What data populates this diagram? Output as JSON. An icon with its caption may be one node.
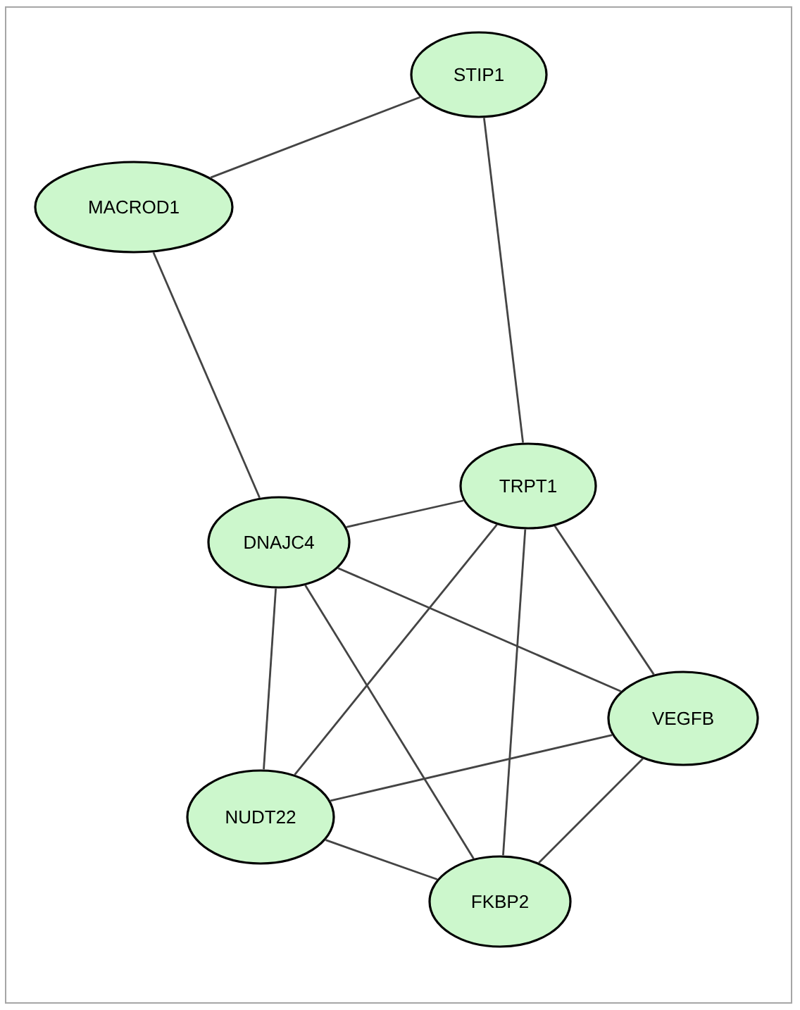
{
  "diagram": {
    "nodes": [
      {
        "text": [
          "STIP1"
        ]
      },
      {
        "text": [
          "MACROD1"
        ]
      },
      {
        "text": [
          "TRPT1"
        ]
      },
      {
        "text": [
          "DNAJC4"
        ]
      },
      {
        "text": [
          "VEGFB"
        ]
      },
      {
        "text": [
          "NUDT22"
        ]
      },
      {
        "text": [
          "FKBP2"
        ]
      }
    ],
    "edges": [
      {
        "from": 1,
        "to": 0,
        "arrow": "none"
      },
      {
        "from": 0,
        "to": 2,
        "arrow": "none"
      },
      {
        "from": 1,
        "to": 3,
        "arrow": "none"
      },
      {
        "from": 3,
        "to": 2,
        "arrow": "none"
      },
      {
        "from": 3,
        "to": 4,
        "arrow": "none"
      },
      {
        "from": 3,
        "to": 5,
        "arrow": "none"
      },
      {
        "from": 3,
        "to": 6,
        "arrow": "none"
      },
      {
        "from": 2,
        "to": 5,
        "arrow": "none"
      },
      {
        "from": 2,
        "to": 6,
        "arrow": "none"
      },
      {
        "from": 2,
        "to": 4,
        "arrow": "none"
      },
      {
        "from": 4,
        "to": 5,
        "arrow": "none"
      },
      {
        "from": 4,
        "to": 6,
        "arrow": "none"
      },
      {
        "from": 5,
        "to": 6,
        "arrow": "none"
      }
    ]
  }
}
